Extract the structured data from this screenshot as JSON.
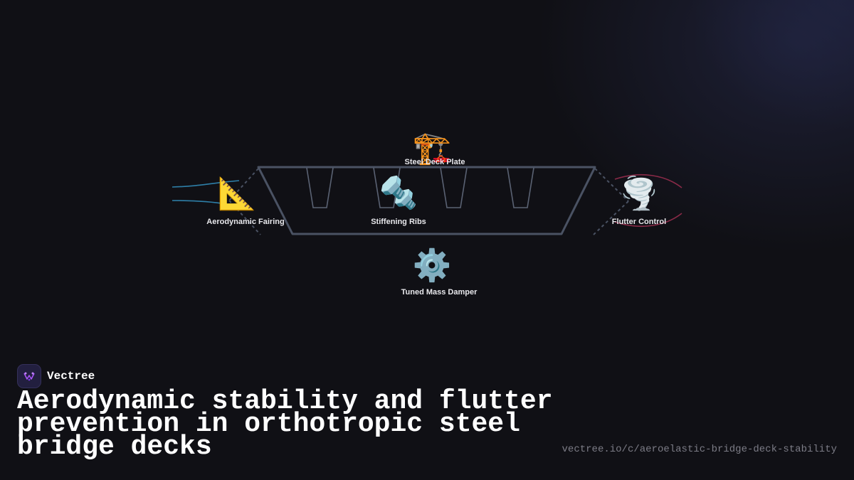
{
  "diagram": {
    "nodes": {
      "steel_deck_plate": {
        "label": "Steel Deck Plate",
        "icon": "🏗️",
        "icon_name": "construction-crane-icon"
      },
      "aerodynamic_fairing": {
        "label": "Aerodynamic Fairing",
        "icon": "📐",
        "icon_name": "triangular-ruler-icon"
      },
      "stiffening_ribs": {
        "label": "Stiffening Ribs",
        "icon": "🔩",
        "icon_name": "nut-and-bolt-icon"
      },
      "flutter_control": {
        "label": "Flutter Control",
        "icon": "🌪️",
        "icon_name": "tornado-icon"
      },
      "tuned_mass_damper": {
        "label": "Tuned Mass Damper",
        "icon": "⚙️",
        "icon_name": "gear-icon"
      }
    },
    "colors": {
      "deck_outline": "#4a5263",
      "wind_lines": "#2e7fa8",
      "flutter_arcs": "#8a2a48"
    }
  },
  "brand": {
    "name": "Vectree",
    "logo_icon": "vectree-logo-icon",
    "logo_color": "#a855f7"
  },
  "title": "Aerodynamic stability and flutter prevention in orthotropic steel bridge decks",
  "url": "vectree.io/c/aeroelastic-bridge-deck-stability"
}
